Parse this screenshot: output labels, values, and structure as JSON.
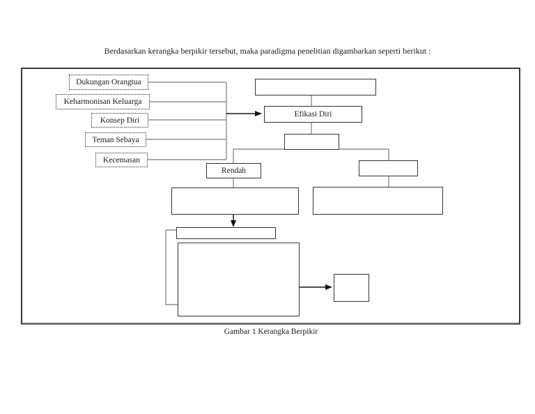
{
  "document": {
    "intro_text": "Berdasarkan kerangka berpikir tersebut, maka paradigma penelitian digambarkan seperti berikut :",
    "figure_caption": "Gambar 1 Kerangka Berpikir"
  },
  "diagram": {
    "factors": [
      {
        "label": "Dukungan Orangtua"
      },
      {
        "label": "Keharmonisan Keluarga"
      },
      {
        "label": "Konsep Diri"
      },
      {
        "label": "Teman Sebaya"
      },
      {
        "label": "Kecemasan"
      }
    ],
    "nodes": {
      "efikasi_diri": "Efikasi Diri",
      "rendah": "Rendah"
    },
    "colors": {
      "line_gray": "#8f8f8f",
      "arrow_black": "#111111",
      "box_border": "#333333",
      "frame_border": "#3a3a3a",
      "frame_border_bottom": "#6e6e6e",
      "text": "#1a1a1a",
      "background": "#ffffff"
    }
  }
}
